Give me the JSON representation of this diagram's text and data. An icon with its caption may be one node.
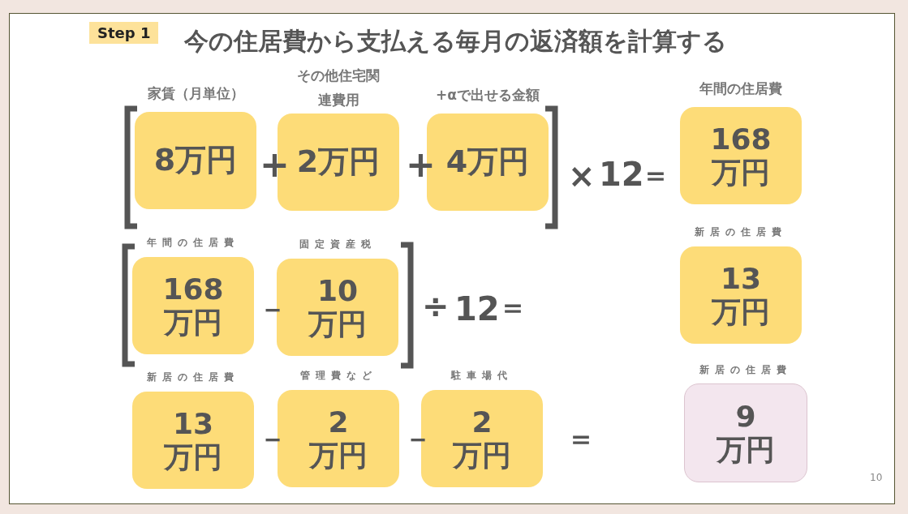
{
  "diagram": {
    "title": "今の住居費から支払える毎月の返済額を計算する",
    "nodes": [
      {
        "text": [
          "家賃（月単位）",
          "8万円"
        ]
      },
      {
        "text": [
          "その他住宅関連費用",
          "2万円"
        ]
      },
      {
        "text": [
          "+αで出せる金額",
          "4万円"
        ]
      },
      {
        "text": [
          "年間の住居費",
          "168万円"
        ]
      },
      {
        "text": [
          "年間の住居費",
          "168万円"
        ]
      },
      {
        "text": [
          "固定資産税",
          "10万円"
        ]
      },
      {
        "text": [
          "新居の住居費",
          "13万円"
        ]
      },
      {
        "text": [
          "新居の住居費",
          "13万円"
        ]
      },
      {
        "text": [
          "管理費など",
          "2万円"
        ]
      },
      {
        "text": [
          "駐車場代",
          "2万円"
        ]
      },
      {
        "text": [
          "新居の住居費",
          "9万円"
        ]
      }
    ],
    "labels": [
      "Step 1",
      "+",
      "+",
      "×",
      "12",
      "＝",
      "－",
      "÷",
      "12",
      "＝",
      "－",
      "－",
      "＝",
      "10"
    ]
  }
}
